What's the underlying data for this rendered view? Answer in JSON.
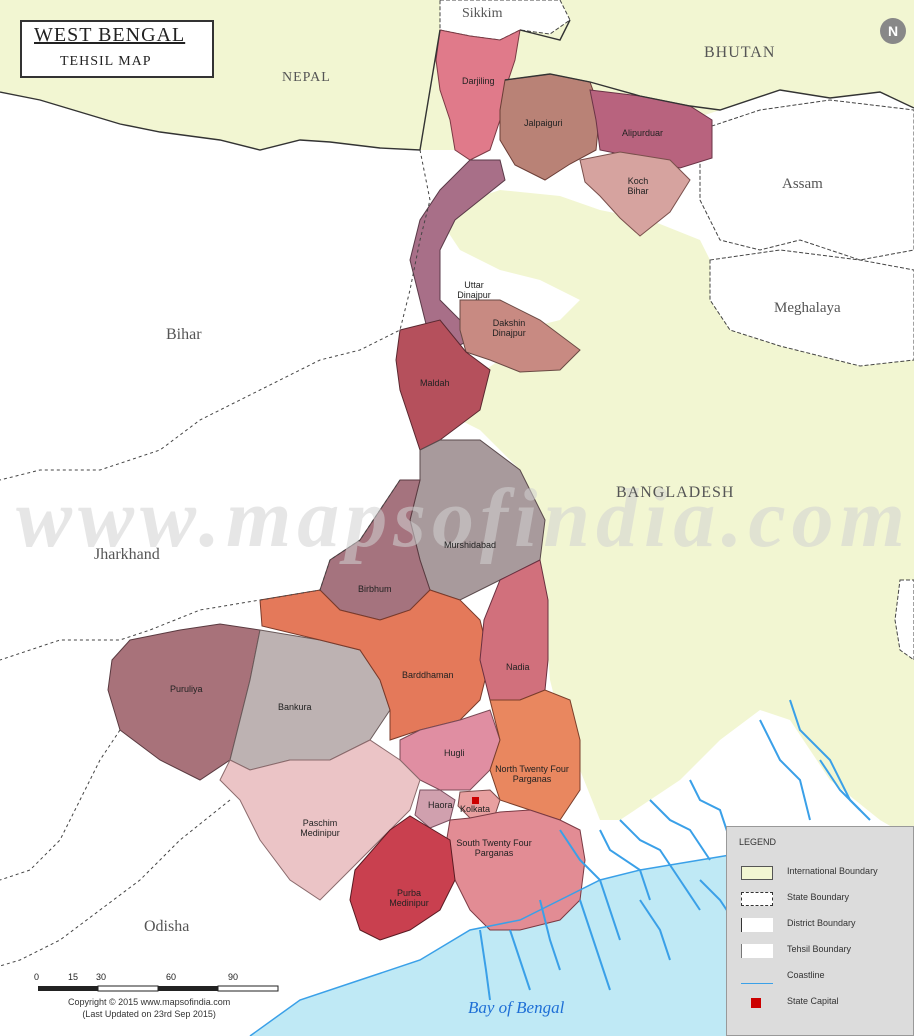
{
  "title": {
    "main": "WEST BENGAL",
    "sub": "TEHSIL MAP"
  },
  "watermark": "www.mapsofindia.com",
  "neighbors": [
    {
      "key": "sikkim",
      "label": "Sikkim"
    },
    {
      "key": "bhutan",
      "label": "BHUTAN"
    },
    {
      "key": "nepal",
      "label": "NEPAL"
    },
    {
      "key": "assam",
      "label": "Assam"
    },
    {
      "key": "meghalaya",
      "label": "Meghalaya"
    },
    {
      "key": "bihar",
      "label": "Bihar"
    },
    {
      "key": "bangladesh",
      "label": "BANGLADESH"
    },
    {
      "key": "jharkhand",
      "label": "Jharkhand"
    },
    {
      "key": "odisha",
      "label": "Odisha"
    },
    {
      "key": "bay",
      "label": "Bay of Bengal"
    }
  ],
  "districts": [
    {
      "key": "darjiling",
      "label": "Darjiling",
      "color": "#e07a8a"
    },
    {
      "key": "jalpaiguri",
      "label": "Jalpaiguri",
      "color": "#b98276"
    },
    {
      "key": "alipurduar",
      "label": "Alipurduar",
      "color": "#b8637e"
    },
    {
      "key": "koch_bihar",
      "label": "Koch Bihar",
      "color": "#d6a39f"
    },
    {
      "key": "uttar_dinajpur",
      "label": "Uttar Dinajpur",
      "color": "#a86f88"
    },
    {
      "key": "dakshin_dinajpur",
      "label": "Dakshin Dinajpur",
      "color": "#c88a82"
    },
    {
      "key": "maldah",
      "label": "Maldah",
      "color": "#b5505c"
    },
    {
      "key": "murshidabad",
      "label": "Murshidabad",
      "color": "#a89a9c"
    },
    {
      "key": "birbhum",
      "label": "Birbhum",
      "color": "#a5737e"
    },
    {
      "key": "purulia",
      "label": "Puruliya",
      "color": "#a8727a"
    },
    {
      "key": "bankura",
      "label": "Bankura",
      "color": "#bdb2b2"
    },
    {
      "key": "barddhaman",
      "label": "Barddhaman",
      "color": "#e4795a"
    },
    {
      "key": "nadia",
      "label": "Nadia",
      "color": "#d1707c"
    },
    {
      "key": "hugli",
      "label": "Hugli",
      "color": "#e08ea2"
    },
    {
      "key": "north_24",
      "label": "North Twenty Four Parganas",
      "color": "#e9875f"
    },
    {
      "key": "paschim",
      "label": "Paschim Medinipur",
      "color": "#ebc4c6"
    },
    {
      "key": "haora",
      "label": "Haora",
      "color": "#d0a0ae"
    },
    {
      "key": "kolkata",
      "label": "Kolkata",
      "color": "#e8a0a0"
    },
    {
      "key": "south_24",
      "label": "South Twenty Four Parganas",
      "color": "#e28c94"
    },
    {
      "key": "purba",
      "label": "Purba Medinipur",
      "color": "#c9404f"
    }
  ],
  "legend": {
    "title": "LEGEND",
    "items": [
      {
        "label": "International Boundary",
        "color": "#f2f6d2"
      },
      {
        "label": "State Boundary",
        "color": "#ffffff"
      },
      {
        "label": "District Boundary",
        "color": "#ffffff"
      },
      {
        "label": "Tehsil Boundary",
        "color": "#ffffff"
      },
      {
        "label": "Coastline",
        "color": "#dcdcdc"
      },
      {
        "label": "State Capital",
        "color": "#cc0000"
      }
    ]
  },
  "scale": {
    "ticks": [
      "0",
      "15",
      "30",
      "60",
      "90"
    ]
  },
  "copyright": {
    "line1": "Copyright © 2015 www.mapsofindia.com",
    "line2": "(Last Updated on 23rd Sep 2015)"
  },
  "colors": {
    "international": "#f2f6d2",
    "sea": "#bfe9f5",
    "river": "#3aa0e8",
    "land": "#ffffff"
  }
}
